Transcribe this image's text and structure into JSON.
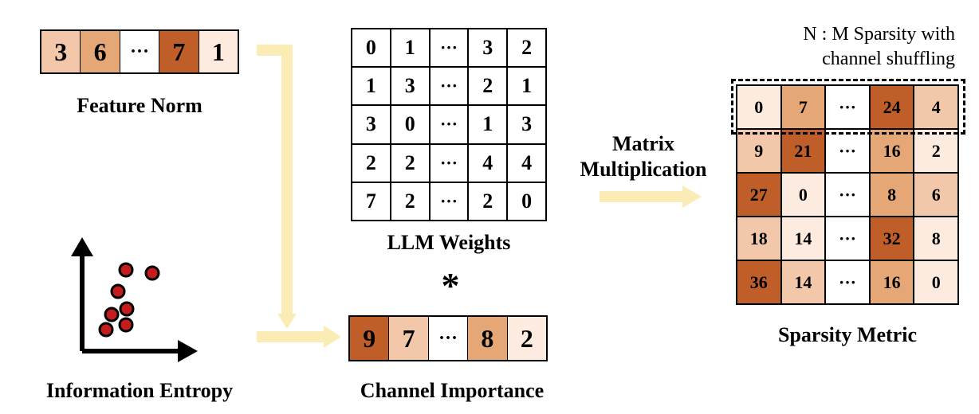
{
  "colors": {
    "c0": "#fdebe0",
    "c1": "#f3c8aa",
    "c2": "#e6a777",
    "c3": "#bf5e28",
    "white": "#ffffff",
    "arrow": "#faecb4",
    "dot": "#c41d1d"
  },
  "feature_norm": {
    "label": "Feature Norm",
    "cells": [
      {
        "text": "3",
        "color": "c1"
      },
      {
        "text": "6",
        "color": "c2"
      },
      {
        "text": "···",
        "color": "white"
      },
      {
        "text": "7",
        "color": "c3"
      },
      {
        "text": "1",
        "color": "c0"
      }
    ]
  },
  "info_entropy": {
    "label": "Information Entropy",
    "icon": "scatter-plot-icon"
  },
  "llm_weights": {
    "label": "LLM Weights",
    "rows": [
      [
        "0",
        "1",
        "···",
        "3",
        "2"
      ],
      [
        "1",
        "3",
        "···",
        "2",
        "1"
      ],
      [
        "3",
        "0",
        "···",
        "1",
        "3"
      ],
      [
        "2",
        "2",
        "···",
        "4",
        "4"
      ],
      [
        "7",
        "2",
        "···",
        "2",
        "0"
      ]
    ]
  },
  "operator": "*",
  "channel_importance": {
    "label": "Channel Importance",
    "cells": [
      {
        "text": "9",
        "color": "c3"
      },
      {
        "text": "7",
        "color": "c1"
      },
      {
        "text": "···",
        "color": "white"
      },
      {
        "text": "8",
        "color": "c2"
      },
      {
        "text": "2",
        "color": "c0"
      }
    ]
  },
  "matmul_label": [
    "Matrix",
    "Multiplication"
  ],
  "sparsity_metric": {
    "label": "Sparsity Metric",
    "note": [
      "N : M Sparsity with",
      "channel shuffling"
    ],
    "rows": [
      [
        {
          "text": "0",
          "color": "c0"
        },
        {
          "text": "7",
          "color": "c2"
        },
        {
          "text": "···",
          "color": "white"
        },
        {
          "text": "24",
          "color": "c3"
        },
        {
          "text": "4",
          "color": "c1"
        }
      ],
      [
        {
          "text": "9",
          "color": "c1"
        },
        {
          "text": "21",
          "color": "c3"
        },
        {
          "text": "···",
          "color": "white"
        },
        {
          "text": "16",
          "color": "c2"
        },
        {
          "text": "2",
          "color": "c0"
        }
      ],
      [
        {
          "text": "27",
          "color": "c3"
        },
        {
          "text": "0",
          "color": "c0"
        },
        {
          "text": "···",
          "color": "white"
        },
        {
          "text": "8",
          "color": "c2"
        },
        {
          "text": "6",
          "color": "c1"
        }
      ],
      [
        {
          "text": "18",
          "color": "c1"
        },
        {
          "text": "14",
          "color": "c0"
        },
        {
          "text": "···",
          "color": "white"
        },
        {
          "text": "32",
          "color": "c3"
        },
        {
          "text": "8",
          "color": "c0"
        }
      ],
      [
        {
          "text": "36",
          "color": "c3"
        },
        {
          "text": "14",
          "color": "c1"
        },
        {
          "text": "···",
          "color": "white"
        },
        {
          "text": "16",
          "color": "c2"
        },
        {
          "text": "0",
          "color": "c0"
        }
      ]
    ]
  }
}
